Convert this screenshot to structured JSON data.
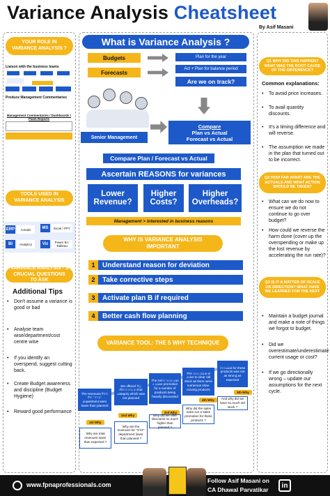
{
  "header": {
    "title_a": "Variance Analysis",
    "title_b": "Cheatsheet",
    "byline": "By Asif Masani"
  },
  "left": {
    "role_title": "YOUR ROLE IN VARIANCE ANALYSIS ?",
    "role_items": [
      "Liaison with the business teams",
      "Produce Management Commentaries",
      "Management Commentaries / Dashboards / Flash Reports"
    ],
    "tools_title": "TOOLS USED IN VARIANCE ANALYSIS",
    "tools": [
      {
        "code": "ERP",
        "note": "Actuals"
      },
      {
        "code": "MS",
        "note": "Excel / PPT"
      },
      {
        "code": "BI",
        "note": "Analytics"
      },
      {
        "code": "Viz",
        "note": "Power BI / Tableau"
      }
    ],
    "questions_title": "VARIANCE ANALYSIS - 3 CRUCIAL QUESTIONS TO ASK",
    "tips_title": "Additional Tips",
    "tips": [
      "Don't assume a variance is good or bad",
      "Analyse team wise/department/cost centre wise",
      "If you identify an overspend, suggest cutting back.",
      "Create Budget awareness and discipline (Budget Hygiene)",
      "Reward good performance"
    ]
  },
  "center": {
    "what_title": "What is Variance Analysis ?",
    "budgets": "Budgets",
    "forecasts": "Forecasts",
    "plan_year": "Plan for the year",
    "act_plan": "Act + Plan for balance period",
    "on_track": "Are we on track?",
    "senior": "Senior Management",
    "compare_title": "Compare",
    "compare_1": "Plan vs Actual",
    "compare_2": "Forecast vs Actual",
    "compare_plan": "Compare Plan / Forecast vs Actual",
    "ascertain": "Ascertain REASONS for variances",
    "reasons": [
      "Lower Revenue?",
      "Higher Costs?",
      "Higher Overheads?"
    ],
    "mgmt": "Management > interested in business reasons",
    "why_title": "WHY IS VARIANCE ANALYSIS IMPORTANT",
    "steps": [
      {
        "n": "1",
        "t": "Understand reason for deviation"
      },
      {
        "n": "2",
        "t": "Take corrective steps"
      },
      {
        "n": "3",
        "t": "Activate plan B if required"
      },
      {
        "n": "4",
        "t": "Better cash flow planning"
      }
    ],
    "tool_title": "VARIANCE TOOL: THE 5 WHY TECHNIQUE",
    "whys": [
      "The revenues from the \"XYZ\" department were lower than planned",
      "We offered big discounts in that category which was not planned",
      "The sales team ran a sales promotion for a number of products being heavily discounted",
      "This was done in order to clear old stock as there were numerous slow-moving products",
      "Demand for these products was not as strong as expected"
    ],
    "why_questions": [
      "Why are total revenues lower than expected ?",
      "Why are the revenues for \"XYZ\" department lower than planned ?",
      "Why did we offer discounts so much higher than planned ?",
      "Why did the sales team run a sales promotion for these products ?",
      "And why did we have so much old stock ?"
    ],
    "why_badges": [
      "1st Why",
      "2nd Why",
      "3rd Why",
      "4th Why",
      "5th Why"
    ]
  },
  "right": {
    "q1_title": "Q1 WHY DID THIS HAPPEN? WHAT WAS THE ROOT CAUSE OF THE DIFFERENCE?",
    "common_title": "Common explanations:",
    "common": [
      "To avoid price increases.",
      "To avail quantity discounts.",
      "It's a timing difference and will reverse.",
      "The assumption we made in the plan that turned out to be incorrect."
    ],
    "q2_title": "Q2 HOW FAR APART ARE THE ACTUALS AND WHAT ACTION SHOULD BE TAKEN?",
    "q2": [
      "What can we do now to ensure we do not continue to go over budget?",
      "How could we reverse the harm done (cover up the overspending or make up the lost revenue by accelerating the run rate)?"
    ],
    "q3_title": "Q3 IS IT A MATTER OF SCALE OR DIRECTION? WHAT HAVE WE LEARNED FOR THE NEXT",
    "q3": [
      "Maintain a budget journal and make a note of things we forgot to budget.",
      "Did we overestimate/underestimate current usage or cost?",
      "If we go directionally wrong – update our assumptions for the next cycle."
    ]
  },
  "footer": {
    "site": "www.fpnaprofessionals.com",
    "follow_1": "Follow Asif Masani on",
    "follow_2": "CA Dhawal Parvatikar",
    "li": "in"
  },
  "colors": {
    "blue": "#1d59c9",
    "yellow": "#f5b61a",
    "footer": "#111111"
  }
}
